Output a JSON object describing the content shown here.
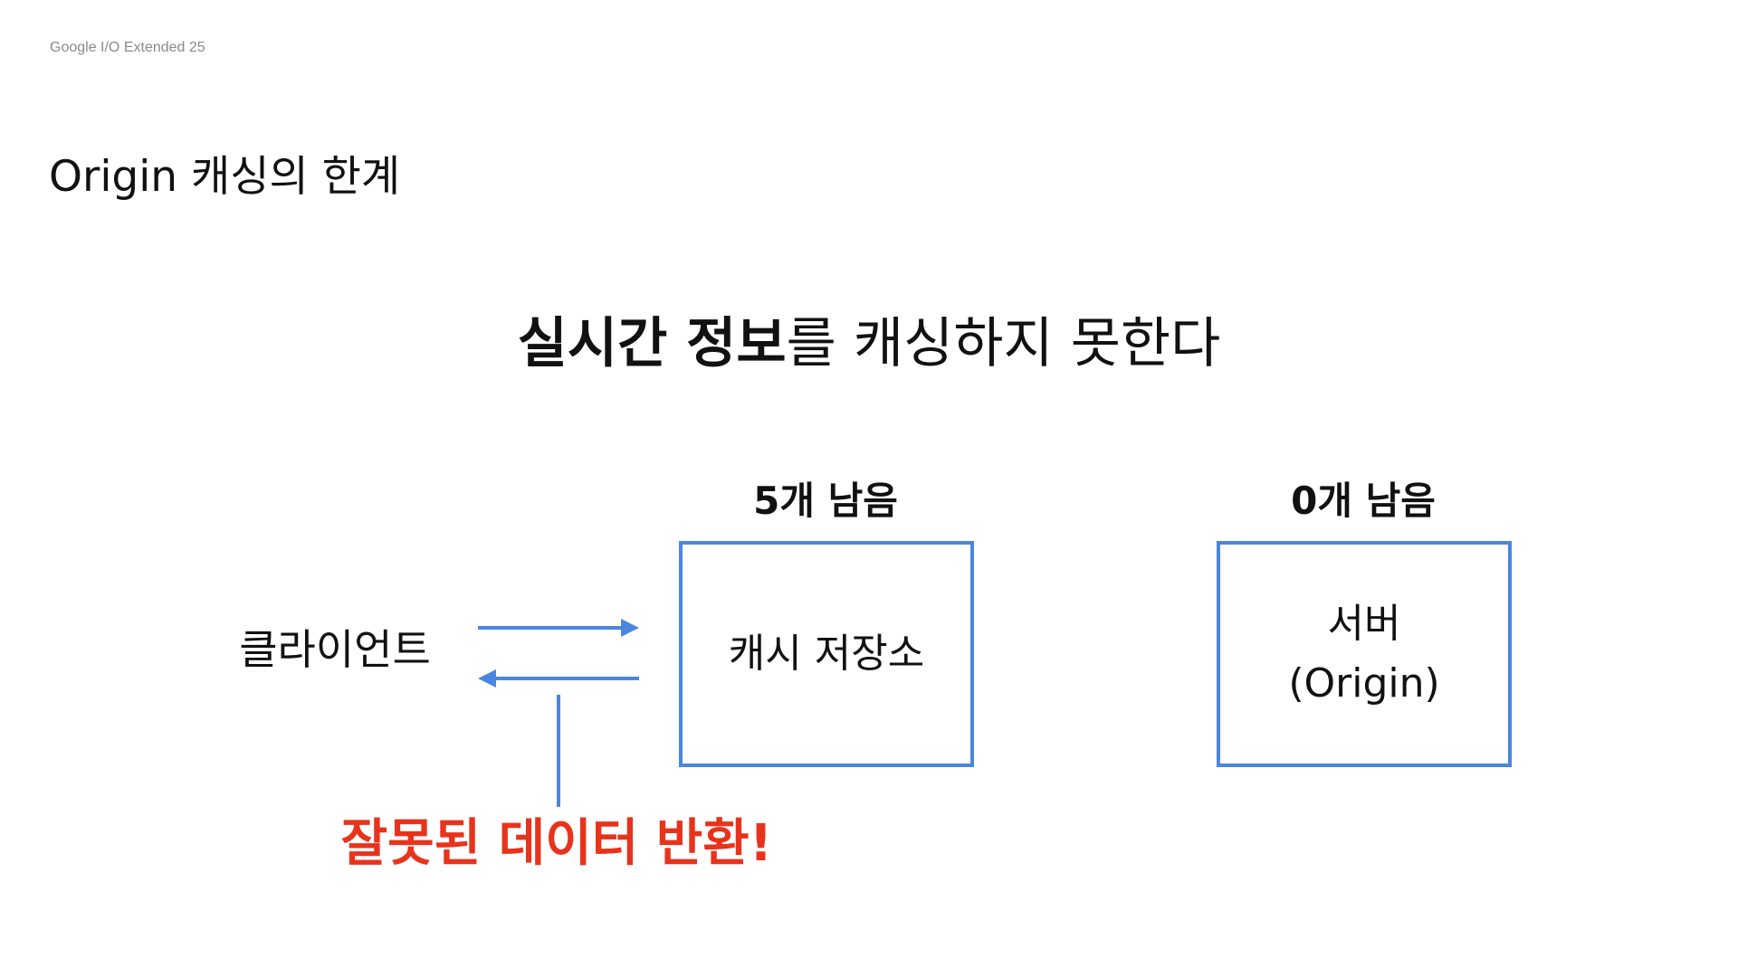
{
  "footer": "Google I/O Extended 25",
  "title": "Origin 캐싱의 한계",
  "headline": {
    "bold": "실시간 정보",
    "rest": "를 캐싱하지 못한다"
  },
  "client": {
    "label": "클라이언트"
  },
  "cache": {
    "count": "5개 남음",
    "label": "캐시 저장소"
  },
  "server": {
    "count": "0개 남음",
    "label_line1": "서버",
    "label_line2": "(Origin)"
  },
  "warning": "잘못된 데이터 반환!",
  "colors": {
    "accent_blue": "#4a86e0",
    "warning_red": "#e8331c"
  },
  "icons": {
    "request_arrow": "arrow-right-icon",
    "response_arrow": "arrow-left-icon"
  }
}
